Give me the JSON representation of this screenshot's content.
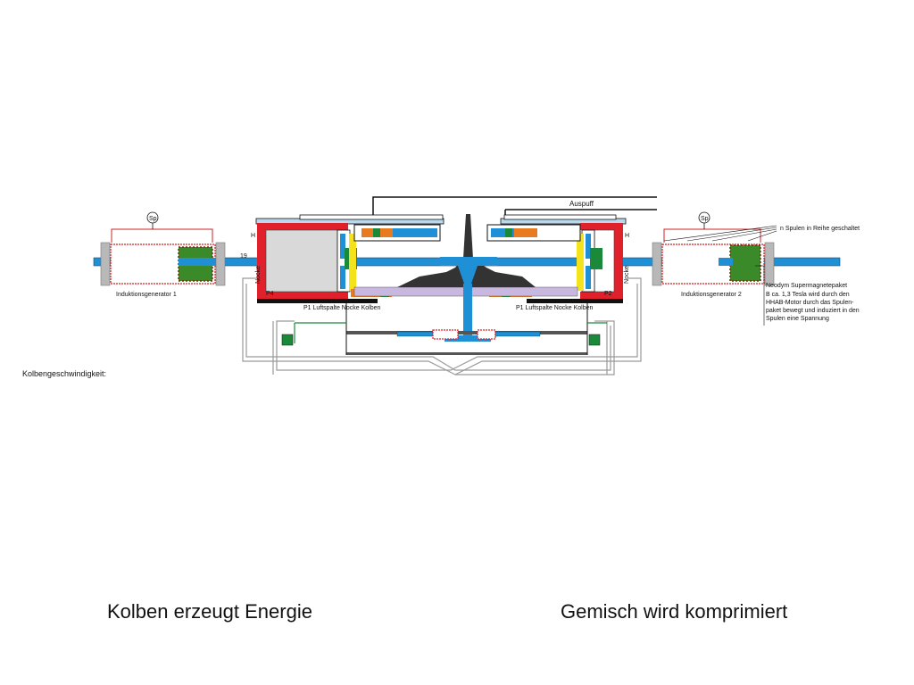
{
  "labels": {
    "auspuff": "Auspuff",
    "gen1": "Induktionsgenerator 1",
    "gen2": "Induktionsgenerator 2",
    "gauge": "Sp",
    "coils_series": "n Spulen in Reihe geschaltet",
    "magnet_lines": [
      "Neodym Supermagnetepaket",
      "B ca. 1,3 Tesla wird durch den",
      "HHAB-Motor durch das Spulen-",
      "paket bewegt und induziert in den",
      "Spulen eine Spannung"
    ],
    "piston_speed": "Kolbengeschwindigkeit:",
    "h_left": "H",
    "h_right": "H",
    "p4": "P4",
    "p2": "P2",
    "p1_left": "P1 Luftspalte Nocke Kolben",
    "p1_right": "P1 Luftspalte Nocke Kolben",
    "num19": "19",
    "vert_left": "Nocke",
    "vert_right": "Nocke"
  },
  "captions": {
    "left": "Kolben erzeugt Energie",
    "right": "Gemisch wird komprimiert"
  },
  "colors": {
    "blue": "#1f8fd6",
    "red": "#e0202a",
    "gray": "#b8b8b8",
    "lightgray": "#d9d9d9",
    "coil": "#3a8a2a",
    "yellow": "#f4e21c",
    "green": "#1a8a3a",
    "purple": "#c8b8e0",
    "orange": "#e87a20"
  }
}
